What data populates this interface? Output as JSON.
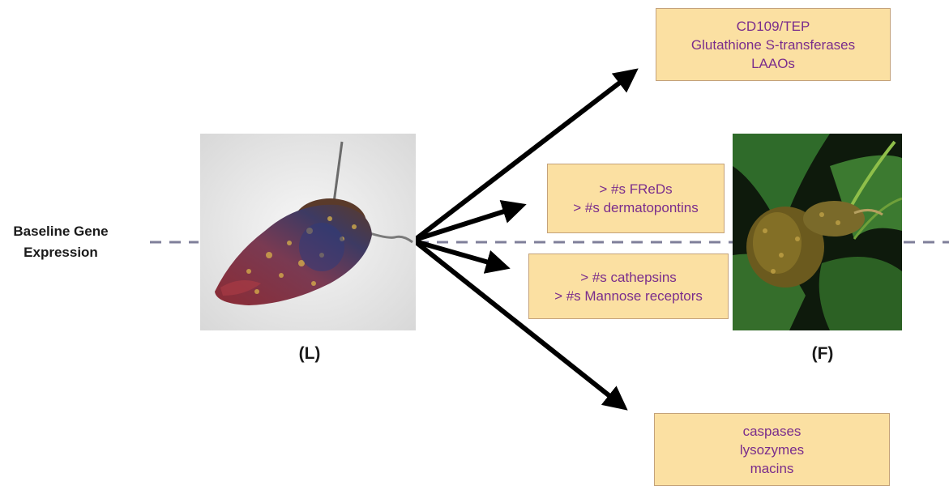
{
  "baseline": {
    "line1": "Baseline Gene",
    "line2": "Expression"
  },
  "photos": {
    "left_caption": "(L)",
    "right_caption": "(F)"
  },
  "boxes": {
    "top": {
      "items": [
        "CD109/TEP",
        "Glutathione S-transferases",
        "LAAOs"
      ]
    },
    "fred": {
      "items": [
        "> #s FReDs",
        "> #s dermatopontins"
      ]
    },
    "cathepsin": {
      "items": [
        "> #s cathepsins",
        "> #s Mannose receptors"
      ]
    },
    "bottom": {
      "items": [
        "caspases",
        "lysozymes",
        "macins"
      ]
    }
  },
  "colors": {
    "box_fill": "#fbe0a2",
    "box_border": "#c4a27a",
    "box_text": "#7a2d8c",
    "arrow": "#000000",
    "dashed_line": "#7f7f9a"
  }
}
